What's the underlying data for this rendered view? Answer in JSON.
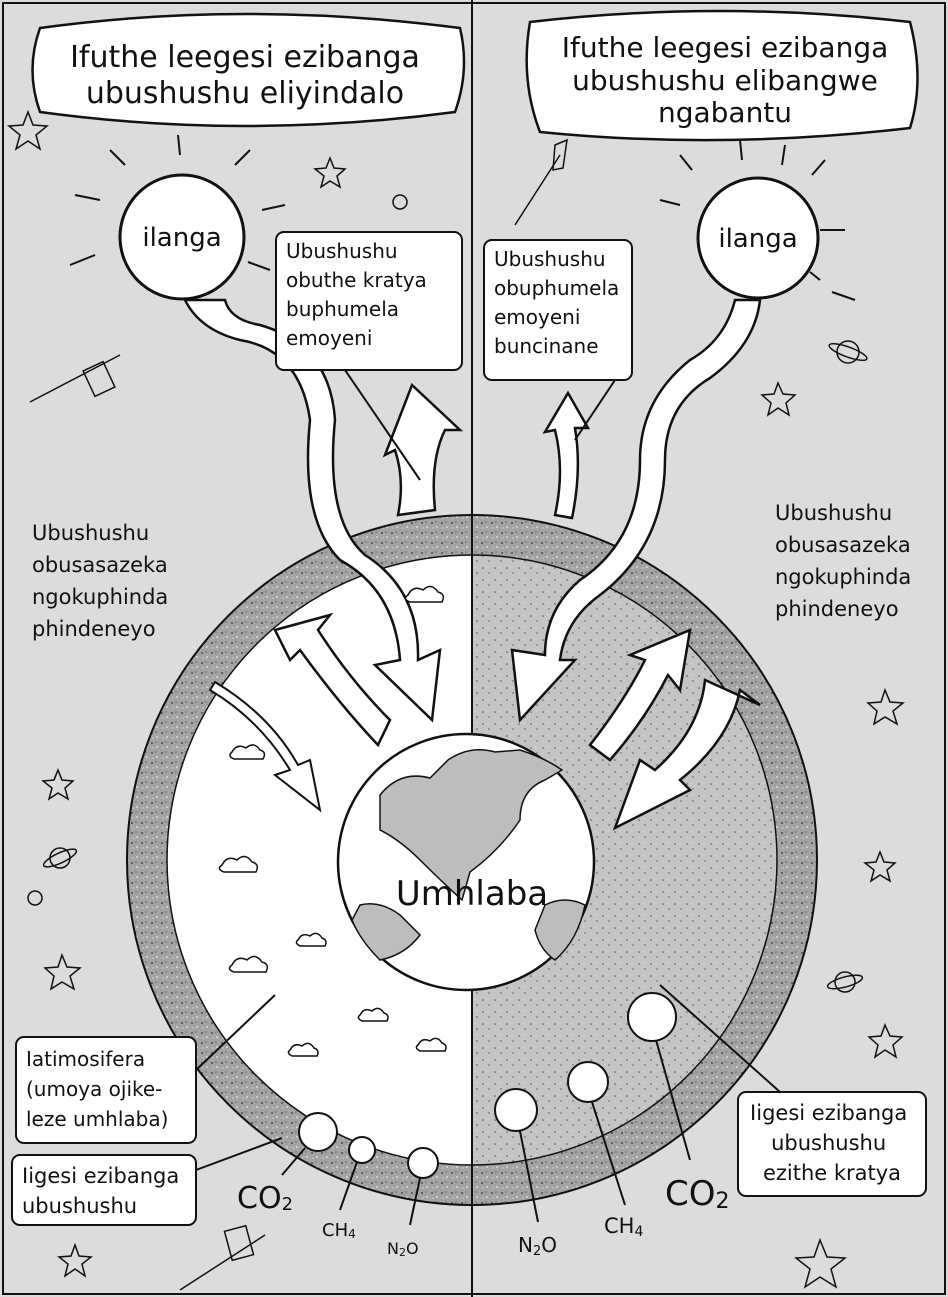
{
  "left_panel": {
    "title_line1": "Ifuthe leegesi ezibanga",
    "title_line2": "ubushushu eliyindalo",
    "sun_label": "ilanga",
    "escaping_heat": [
      "Ubushushu",
      "obuthe kratya",
      "buphumela",
      "emoyeni"
    ],
    "reflected_heat": [
      "Ubushushu",
      "obusasazeka",
      "ngokuphinda",
      "phindeneyo"
    ],
    "atmosphere_label": [
      "Iatimosifera",
      "(umoya ojike-",
      "leze umhlaba)"
    ],
    "gases_label": [
      "Iigesi ezibanga",
      "ubushushu"
    ],
    "gases": {
      "co2": "CO",
      "co2_sub": "2",
      "ch4": "CH",
      "ch4_sub": "4",
      "n2o_a": "N",
      "n2o_sub": "2",
      "n2o_b": "O"
    }
  },
  "right_panel": {
    "title_line1": "Ifuthe leegesi ezibanga",
    "title_line2": "ubushushu elibangwe",
    "title_line3": "ngabantu",
    "sun_label": "ilanga",
    "escaping_heat": [
      "Ubushushu",
      "obuphumela",
      "emoyeni",
      "buncinane"
    ],
    "reflected_heat": [
      "Ubushushu",
      "obusasazeka",
      "ngokuphinda",
      "phindeneyo"
    ],
    "gases_label": [
      "Iigesi ezibanga",
      "ubushushu",
      "ezithe kratya"
    ],
    "gases": {
      "co2": "CO",
      "co2_sub": "2",
      "ch4": "CH",
      "ch4_sub": "4",
      "n2o_a": "N",
      "n2o_sub": "2",
      "n2o_b": "O"
    }
  },
  "earth_label": "Umhlaba",
  "colors": {
    "background": "#dcdcdc",
    "atmosphere_left": "#ffffff",
    "atmosphere_right": "#bdbdbd",
    "outer_ring": "#9a9a9a",
    "stroke": "#111111"
  }
}
